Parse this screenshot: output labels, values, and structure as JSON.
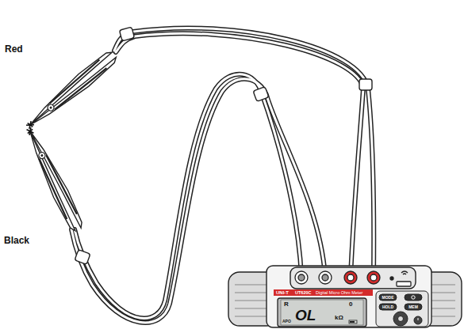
{
  "diagram": {
    "labels": [
      "Red",
      "Black",
      "UNI-T",
      "UT620C",
      "Digital Micro Ohm Meter",
      "R",
      "0",
      "OL",
      "kΩ",
      "APO",
      "MODE",
      "HOLD",
      "MEM"
    ]
  }
}
